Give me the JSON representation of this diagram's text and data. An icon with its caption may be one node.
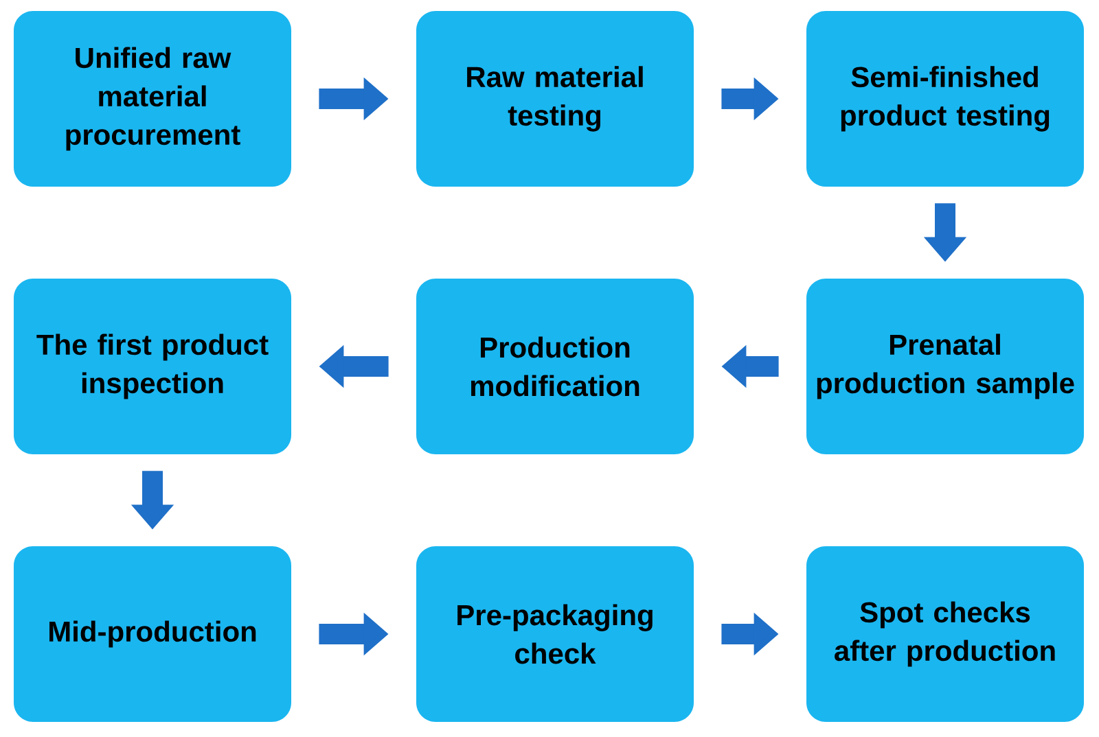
{
  "diagram": {
    "nodes": [
      {
        "text": [
          "Unified raw material procurement"
        ]
      },
      {
        "text": [
          "Raw material testing"
        ]
      },
      {
        "text": [
          "Semi-finished product testing"
        ]
      },
      {
        "text": [
          "The first product inspection"
        ]
      },
      {
        "text": [
          "Production modification"
        ]
      },
      {
        "text": [
          "Prenatal production sample"
        ]
      },
      {
        "text": [
          "Mid-production"
        ]
      },
      {
        "text": [
          "Pre-packaging check"
        ]
      },
      {
        "text": [
          "Spot checks after production"
        ]
      }
    ],
    "edges": [
      {
        "from": 0,
        "to": 1,
        "arrow": "to"
      },
      {
        "from": 1,
        "to": 2,
        "arrow": "to"
      },
      {
        "from": 2,
        "to": 5,
        "arrow": "to"
      },
      {
        "from": 5,
        "to": 4,
        "arrow": "to"
      },
      {
        "from": 4,
        "to": 3,
        "arrow": "to"
      },
      {
        "from": 3,
        "to": 6,
        "arrow": "to"
      },
      {
        "from": 6,
        "to": 7,
        "arrow": "to"
      },
      {
        "from": 7,
        "to": 8,
        "arrow": "to"
      }
    ]
  }
}
